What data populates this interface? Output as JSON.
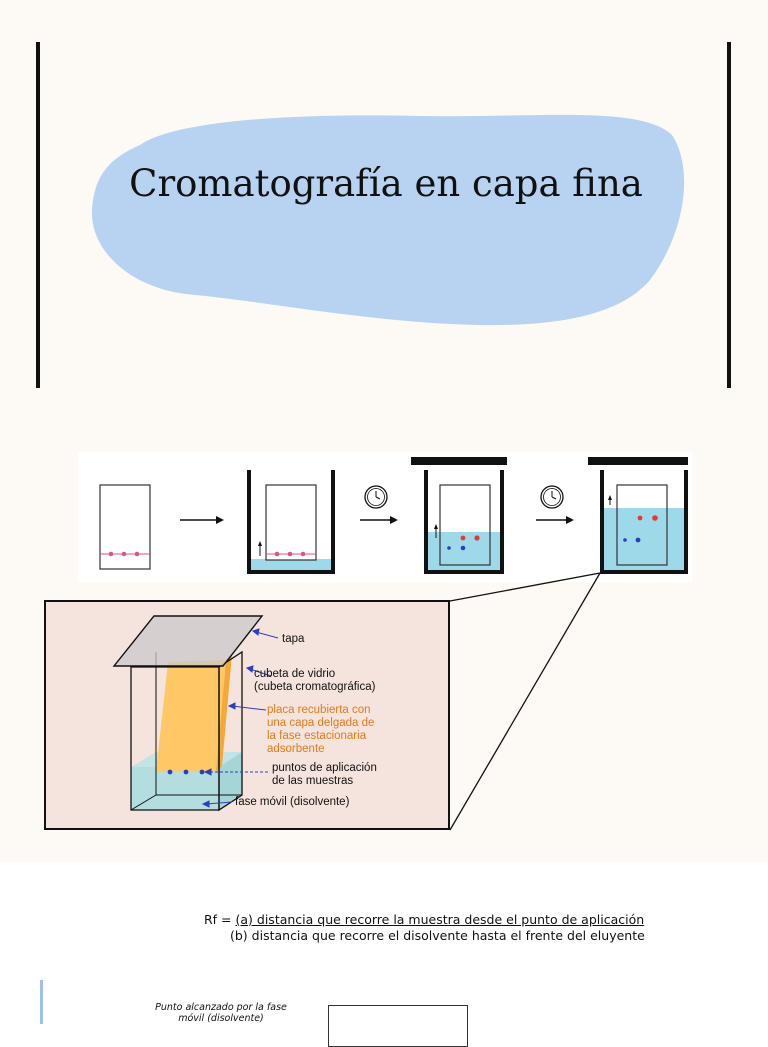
{
  "slide": {
    "title": "Cromatografía en capa fina"
  },
  "detail_labels": {
    "tapa": "tapa",
    "cubeta": "cubeta de vidrio\n(cubeta cromatográfica)",
    "placa": "placa recubierta con\nuna capa delgada de\nla fase estacionaria\nadsorbente",
    "puntos": "puntos de aplicación\nde las muestras",
    "fase_movil": "fase móvil (disolvente)"
  },
  "formula": {
    "lhs": "Rf = ",
    "numerator": "(a) distancia que recorre la muestra desde el punto de aplicación",
    "denominator": "(b) distancia que recorre el disolvente hasta el frente del eluyente"
  },
  "figure": {
    "label": "Punto alcanzado por la fase móvil (disolvente)"
  },
  "colors": {
    "blob": "#b8d3f1",
    "solvent": "#9dd9e8",
    "plate_orange": "#ffc766",
    "spot_red": "#e23a3a",
    "spot_blue": "#2a3fc0",
    "spot_pink": "#e0508a"
  }
}
